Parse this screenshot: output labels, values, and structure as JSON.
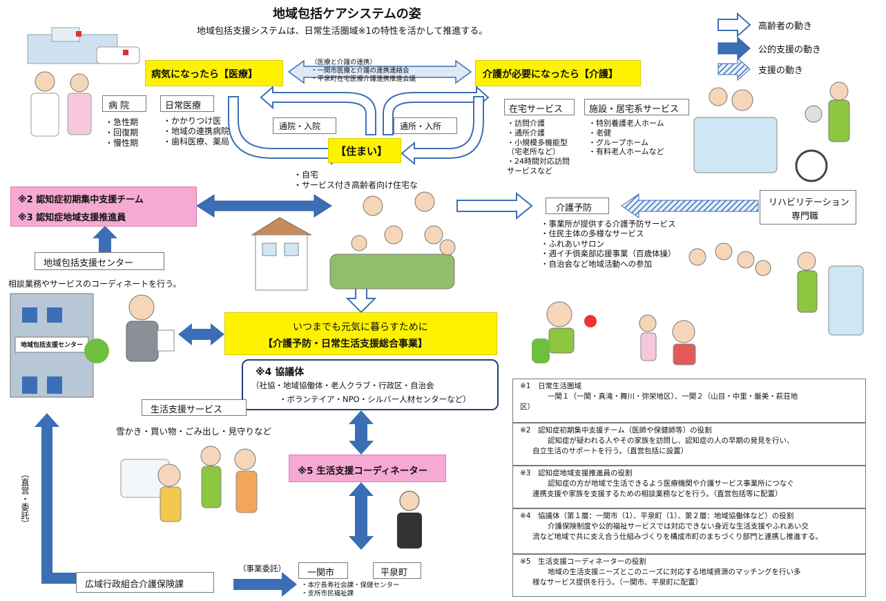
{
  "title": "地域包括ケアシステムの姿",
  "subtitle": "地域包括支援システムは、日常生活圏域※1の特性を活かして推進する。",
  "legend": [
    {
      "label": "高齢者の動き",
      "style": "outline"
    },
    {
      "label": "公的支援の動き",
      "style": "solid"
    },
    {
      "label": "支援の動き",
      "style": "hatched"
    }
  ],
  "medical": {
    "label": "病気になったら【医療】",
    "hospital_title": "病 院",
    "hospital_items": [
      "・急性期",
      "・回復期",
      "・慢性期"
    ],
    "daily_title": "日常医療",
    "daily_items": [
      "・かかりつけ医",
      "・地域の連携病院",
      "・歯科医療、薬局"
    ]
  },
  "collab_lines": [
    "（医療と介護の連携）",
    "・一関市医療と介護の連携連絡会",
    "・平泉町在宅医療介護連携推進会議"
  ],
  "care": {
    "label": "介護が必要になったら【介護】",
    "home_title": "在宅サービス",
    "home_items": [
      "・訪問介護",
      "・通所介護",
      "・小規模多機能型",
      "（宅老所など）",
      "・24時間対応訪問",
      "サービスなど"
    ],
    "facility_title": "施設・居宅系サービス",
    "facility_items": [
      "・特別養護老人ホーム",
      "・老健",
      "・グループホーム",
      "・有料老人ホームなど"
    ]
  },
  "arrows": {
    "hospital_visit": "通院・入院",
    "daycare_visit": "通所・入所",
    "entrust": "（事業委託）",
    "direct": "（直営・委託）"
  },
  "housing": {
    "label": "【住まい】",
    "items": [
      "・自宅",
      "・サービス付き高齢者向け住宅な"
    ]
  },
  "dementia_teams": [
    "※2 認知症初期集中支援チーム",
    "※3 認知症地域支援推進員"
  ],
  "center": {
    "label": "地域包括支援センター",
    "desc": "相談業務やサービスのコーディネートを行う。",
    "sign": "地域包括支援センター"
  },
  "prevention": {
    "title": "介護予防",
    "items": [
      "・事業所が提供する介護予防サービス",
      "・住民主体の多様なサービス",
      "・ふれあいサロン",
      "・週イチ倶楽部応援事業（百歳体操）",
      "・自治会など地域活動への参加"
    ]
  },
  "rehab": {
    "line1": "リハビリテーション",
    "line2": "専門職"
  },
  "general_program": {
    "line1": "いつまでも元気に暮らすために",
    "line2": "【介護予防・日常生活支援総合事業】"
  },
  "council": {
    "title": "※4 協議体",
    "line1": "（社協・地域協働体・老人クラブ・行政区・自治会",
    "line2": "・ボランテイア・NPO・シルバー人材センターなど）"
  },
  "life_support": {
    "label": "生活支援サービス",
    "examples": "雪かき・買い物・ごみ出し・見守りなど"
  },
  "coordinator": "※5 生活支援コーディネーター",
  "ichinoseki": {
    "label": "一関市",
    "items": [
      "・本庁長寿社会課・保健センター",
      "・支所市民福祉課"
    ]
  },
  "hiraizumi": "平泉町",
  "kouiki": "広域行政組合介護保険課",
  "notes": [
    {
      "head": "※1　日常生活圏域",
      "body": [
        "一関１（一関・真滝・舞川・弥栄地区）、一関２（山目・中里・厳美・萩荘地",
        "区）"
      ]
    },
    {
      "head": "※2　認知症初期集中支援チーム（医師や保健師等）の役割",
      "body": [
        "認知症が疑われる人やその家族を訪問し、認知症の人の早期の発見を行い、",
        "自立生活のサポートを行う。（直営包括に設置）"
      ]
    },
    {
      "head": "※3　認知症地域支援推進員の役割",
      "body": [
        "認知症の方が地域で生活できるよう医療機関や介護サービス事業所につなぐ",
        "連携支援や家族を支援するための相談業務などを行う。（直営包括等に配置）"
      ]
    },
    {
      "head": "※4　協議体（第１層：一関市（1）、平泉町（1）、第２層：地域協働体など）の役割",
      "body": [
        "介護保険制度や公的福祉サービスでは対応できない身近な生活支援やふれあい交",
        "流など地域で共に支え合う仕組みづくりを構成市町のまちづくり部門と連携し推進する。"
      ]
    },
    {
      "head": "※5　生活支援コーディネーターの役割",
      "body": [
        "地域の生活支援ニーズとこのニーズに対応する地域資源のマッチングを行い多",
        "様なサービス提供を行う。（一関市、平泉町に配置）"
      ]
    }
  ],
  "colors": {
    "yellow": "#fff200",
    "pink": "#f5a9d3",
    "blue": "#3a6fb5",
    "outline_blue": "#3a6fb5"
  }
}
